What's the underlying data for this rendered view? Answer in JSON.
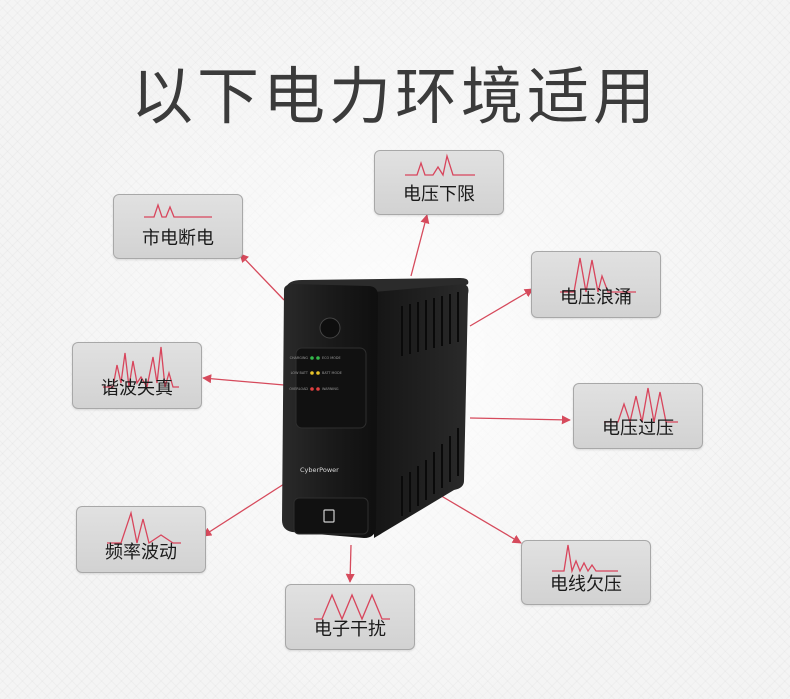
{
  "title": "以下电力环境适用",
  "colors": {
    "wave": "#d8455c",
    "arrow": "#d64a5c",
    "box": "#d9d9d9",
    "ups_body": "#1c1c1c"
  },
  "boxes": [
    {
      "label": "电压下限"
    },
    {
      "label": "市电断电"
    },
    {
      "label": "电压浪涌"
    },
    {
      "label": "谐波失真"
    },
    {
      "label": "电压过压"
    },
    {
      "label": "频率波动"
    },
    {
      "label": "电线欠压"
    },
    {
      "label": "电子干扰"
    }
  ],
  "ups": {
    "brand": "CyberPower",
    "indicators": [
      {
        "left": "CHARGING",
        "right": "ECO MODE"
      },
      {
        "left": "LOW BATT",
        "right": "BATT MODE"
      },
      {
        "left": "OVERLOAD",
        "right": "WARNING"
      }
    ]
  }
}
